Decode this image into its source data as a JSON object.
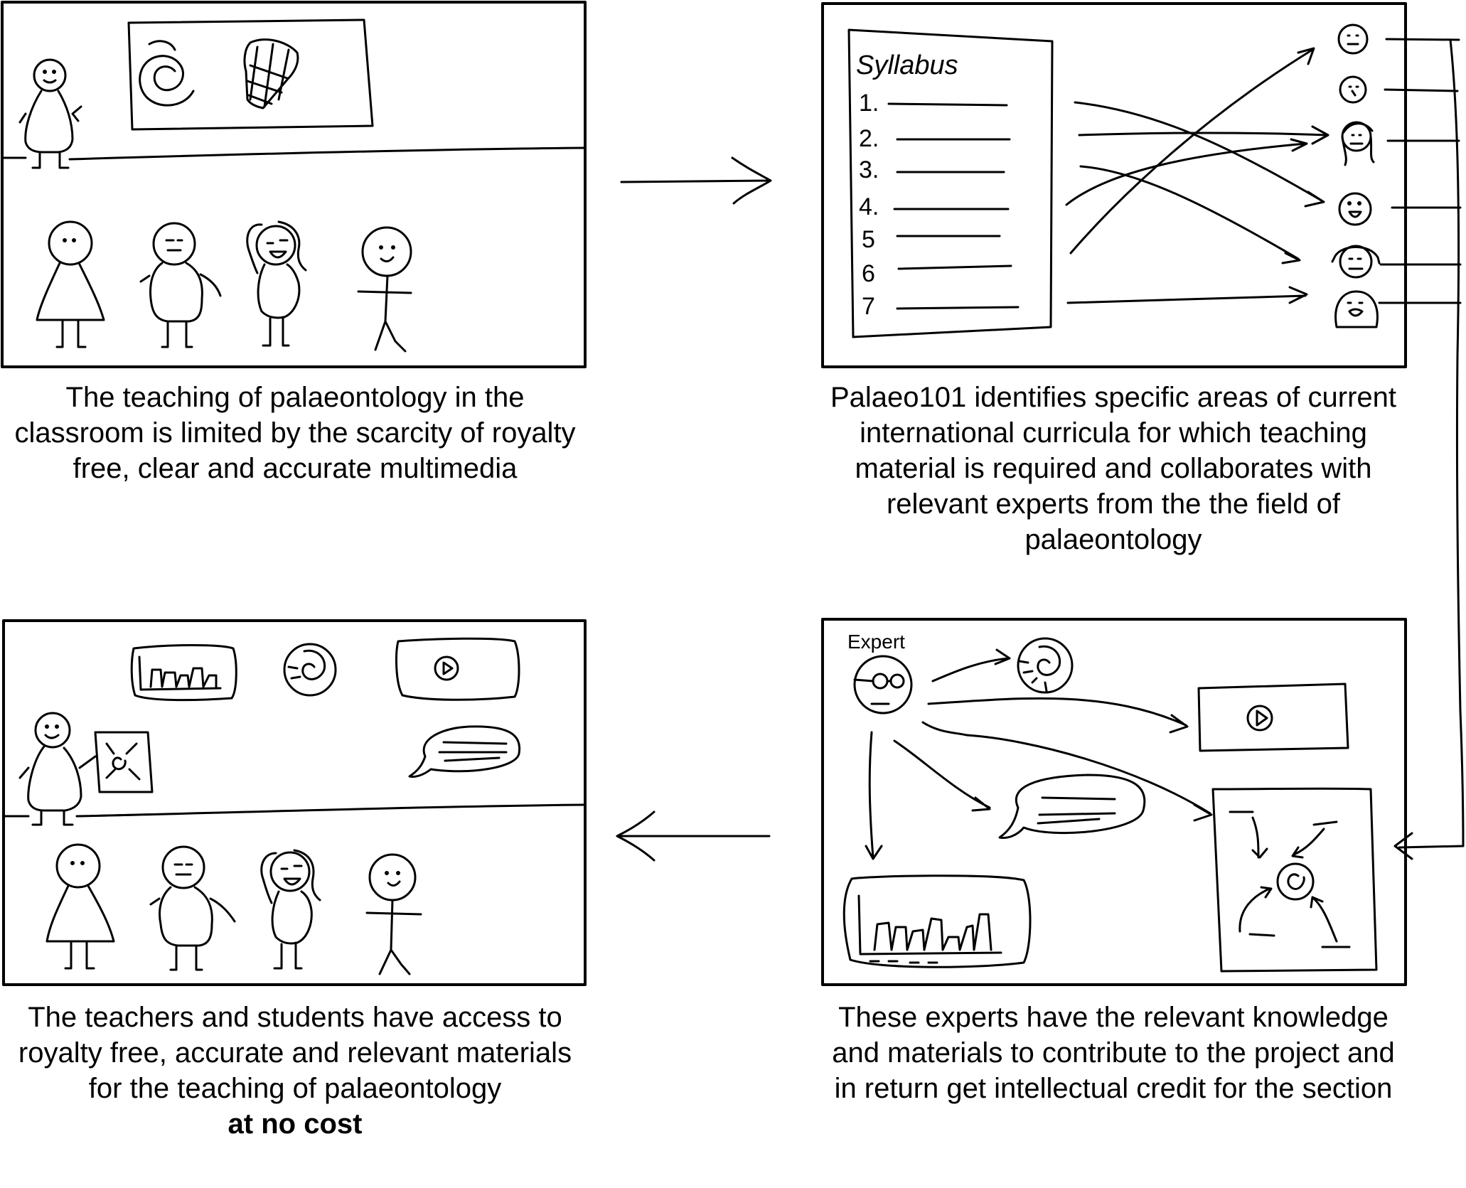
{
  "panels": [
    {
      "caption": "The teaching of palaeontology in the classroom is limited by the scarcity of royalty free, clear and accurate multimedia"
    },
    {
      "caption": "Palaeo101 identifies specific areas of current international curricula for which teaching material is required and collaborates with relevant experts from the the field of palaeontology",
      "syllabus_title": "Syllabus",
      "syllabus_items": [
        "1.",
        "2.",
        "3.",
        "4.",
        "5",
        "6",
        "7"
      ]
    },
    {
      "caption": "These experts have the relevant knowledge and materials to contribute to the project and in return get intellectual credit for the section",
      "expert_label": "Expert"
    },
    {
      "caption": "The teachers and students have access to royalty free, accurate and relevant materials for the teaching of palaeontology",
      "caption_emphasis": "at no cost"
    }
  ],
  "flow": [
    "panel-1",
    "panel-2",
    "panel-3",
    "panel-4"
  ]
}
